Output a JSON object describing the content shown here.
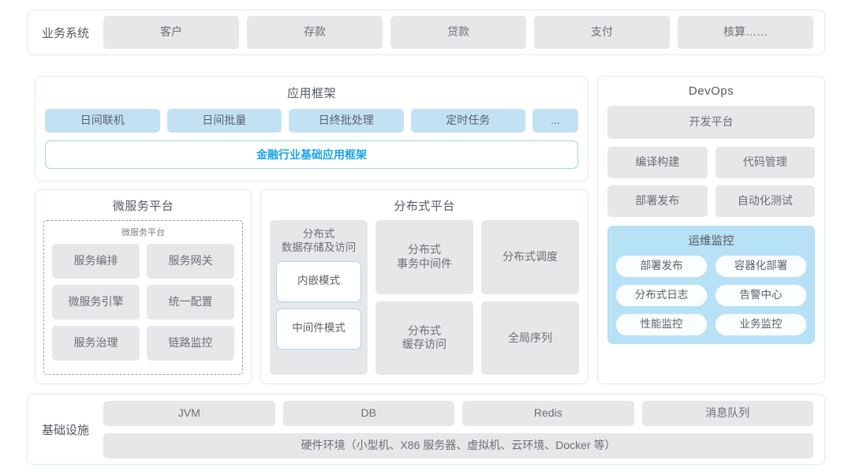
{
  "business_row": {
    "label": "业务系统",
    "items": [
      "客户",
      "存款",
      "贷款",
      "支付",
      "核算……"
    ]
  },
  "app_framework": {
    "title": "应用框架",
    "items": [
      "日间联机",
      "日间批量",
      "日终批处理",
      "定时任务",
      "..."
    ],
    "banner": "金融行业基础应用框架",
    "banner_color": "#1aa5e6"
  },
  "microservice": {
    "title": "微服务平台",
    "inner_title": "微服务平台",
    "items": [
      "服务编排",
      "服务网关",
      "微服务引擎",
      "统一配置",
      "服务治理",
      "链路监控"
    ]
  },
  "distributed": {
    "title": "分布式平台",
    "storage": {
      "title": "分布式\n数据存储及访问",
      "modes": [
        "内嵌模式",
        "中间件模式"
      ]
    },
    "items": [
      "分布式\n事务中间件",
      "分布式调度",
      "分布式\n缓存访问",
      "全局序列"
    ]
  },
  "devops": {
    "title": "DevOps",
    "platform": "开发平台",
    "items": [
      "编译构建",
      "代码管理",
      "部署发布",
      "自动化测试"
    ],
    "monitor": {
      "title": "运维监控",
      "accent": "#b7e1f5",
      "items": [
        "部署发布",
        "容器化部署",
        "分布式日志",
        "告警中心",
        "性能监控",
        "业务监控"
      ]
    }
  },
  "infrastructure": {
    "label": "基础设施",
    "items": [
      "JVM",
      "DB",
      "Redis",
      "消息队列"
    ],
    "hardware": "硬件环境（小型机、X86 服务器、虚拟机、云环境、Docker 等）"
  }
}
